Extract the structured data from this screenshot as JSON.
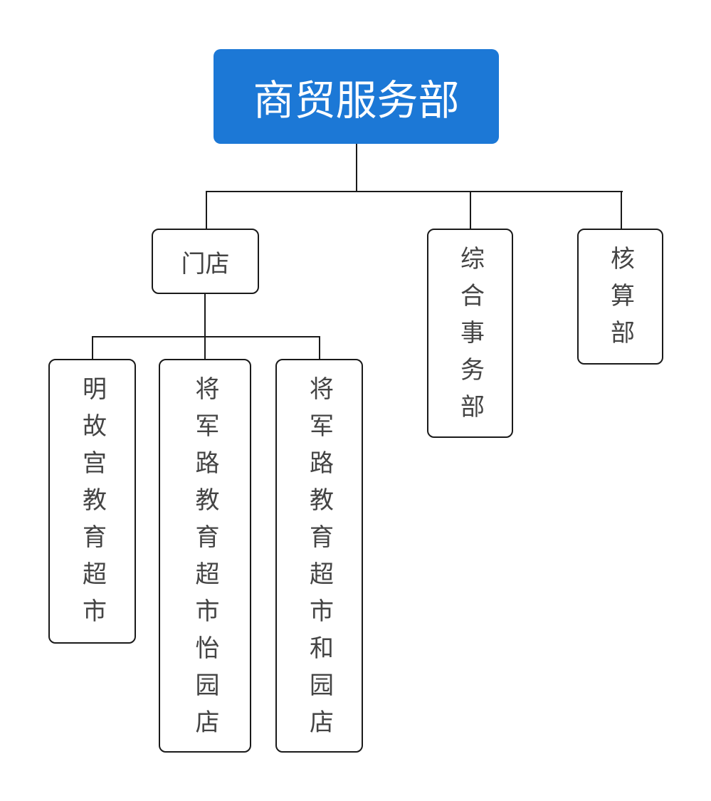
{
  "diagram": {
    "root": {
      "label": "商贸服务部",
      "color": "#1c78d6"
    },
    "level1": [
      {
        "label": "门店"
      },
      {
        "label": "综合事务部"
      },
      {
        "label": "核算部"
      }
    ],
    "stores": [
      {
        "label": "明故宫教育超市"
      },
      {
        "label": "将军路教育超市怡园店"
      },
      {
        "label": "将军路教育超市和园店"
      }
    ]
  }
}
